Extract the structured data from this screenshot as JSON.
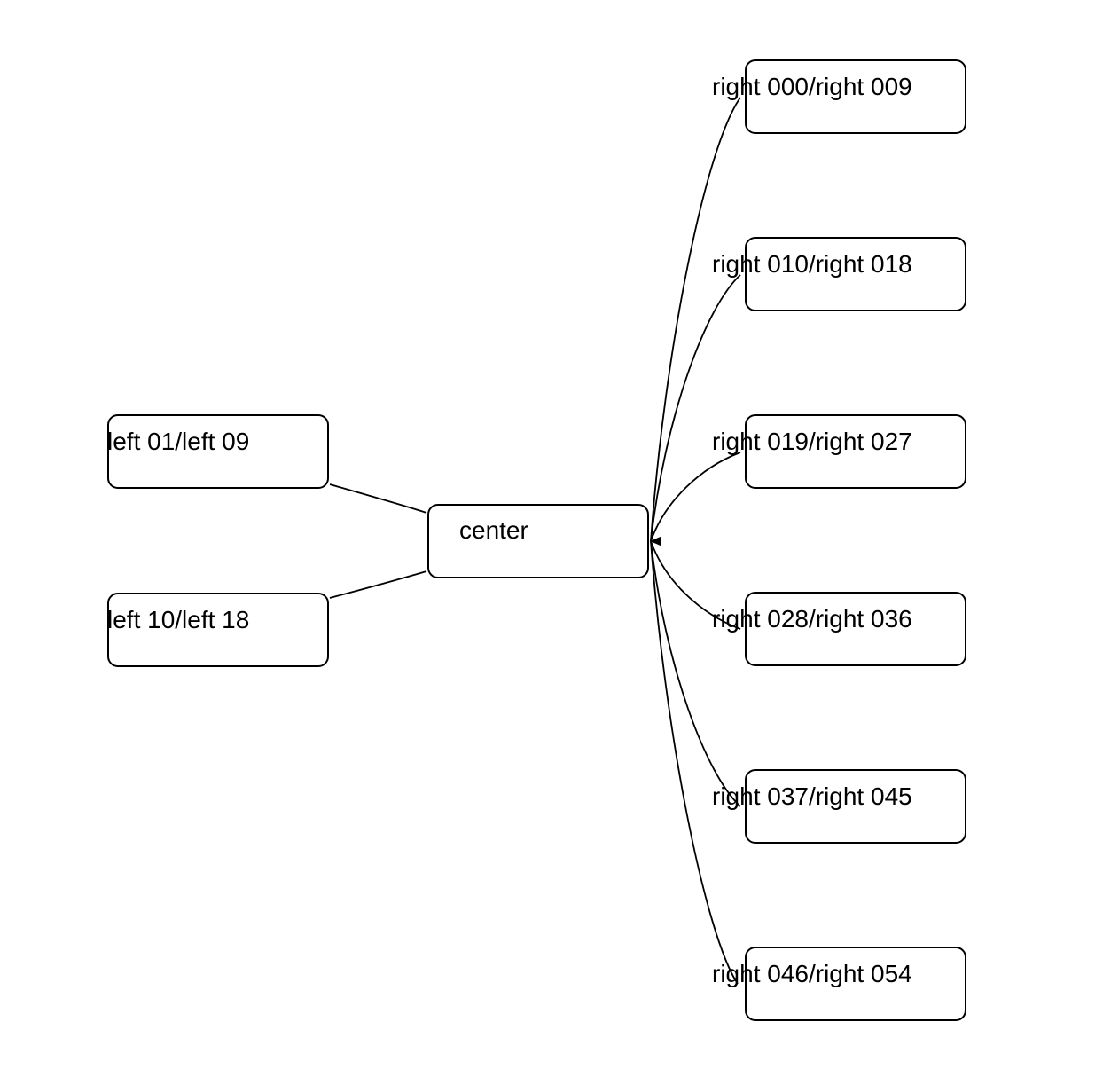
{
  "colors": {
    "background": "#ffffff",
    "node_border": "#000000",
    "edge": "#000000",
    "text": "#000000"
  },
  "center_node": {
    "label": "center"
  },
  "left_nodes": [
    {
      "label": "left 01/left 09"
    },
    {
      "label": "left 10/left 18"
    }
  ],
  "right_nodes": [
    {
      "label": "right 000/right 009"
    },
    {
      "label": "right 010/right 018"
    },
    {
      "label": "right 019/right 027"
    },
    {
      "label": "right 028/right 036"
    },
    {
      "label": "right 037/right 045"
    },
    {
      "label": "right 046/right 054"
    }
  ]
}
